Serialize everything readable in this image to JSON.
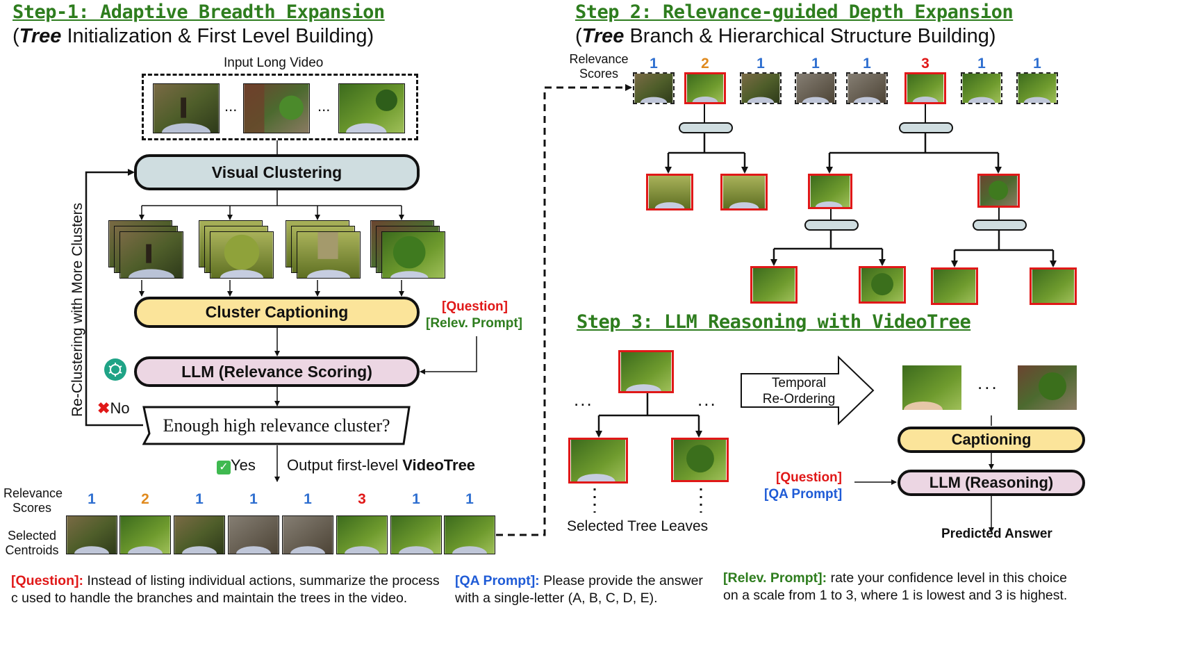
{
  "step1": {
    "title": "Step-1: Adaptive Breadth Expansion",
    "subtitle_em": "Tree",
    "subtitle_rest": " Initialization & First Level Building)",
    "input_label": "Input Long Video",
    "ellipsis": "...",
    "visual_clustering": "Visual Clustering",
    "cluster_captioning": "Cluster Captioning",
    "llm_relevance": "LLM (Relevance Scoring)",
    "question_tag": "[Question]",
    "relev_tag": "[Relev. Prompt]",
    "decision": "Enough high relevance cluster?",
    "no_label": "No",
    "yes_label": "Yes",
    "recluster_label": "Re-Clustering  with More Clusters",
    "output_text": "Output first-level ",
    "output_bold": "VideoTree",
    "relevance_scores_label_1": "Relevance",
    "relevance_scores_label_2": "Scores",
    "selected_centroids_1": "Selected",
    "selected_centroids_2": "Centroids",
    "scores": [
      "1",
      "2",
      "1",
      "1",
      "1",
      "3",
      "1",
      "1"
    ],
    "score_colors": [
      "#2f6fd0",
      "#e08a1e",
      "#2f6fd0",
      "#2f6fd0",
      "#2f6fd0",
      "#e01818",
      "#2f6fd0",
      "#2f6fd0"
    ]
  },
  "step2": {
    "title": "Step 2: Relevance-guided Depth Expansion",
    "subtitle_em": "Tree",
    "subtitle_rest": " Branch & Hierarchical Structure Building)",
    "relevance_1": "Relevance",
    "relevance_2": "Scores",
    "scores": [
      "1",
      "2",
      "1",
      "1",
      "1",
      "3",
      "1",
      "1"
    ]
  },
  "step3": {
    "title": "Step 3: LLM Reasoning with VideoTree",
    "reorder_1": "Temporal",
    "reorder_2": "Re-Ordering",
    "dots": "...",
    "selected_leaves": "Selected Tree Leaves",
    "captioning": "Captioning",
    "llm_reasoning": "LLM (Reasoning)",
    "question_tag": "[Question]",
    "qa_tag": "[QA Prompt]",
    "predicted": "Predicted Answer"
  },
  "footer": {
    "question_tag": "[Question]:",
    "question_text": " Instead of listing individual actions, summarize the process",
    "question_text2": "c used to handle the branches and maintain the trees in the video.",
    "qa_tag": "[QA Prompt]:",
    "qa_text": "  Please provide the answer",
    "qa_text2": "with a single-letter (A, B, C, D, E).",
    "relev_tag": "[Relev. Prompt]:",
    "relev_text": " rate your confidence level in this choice",
    "relev_text2": "on a scale from 1 to 3, where 1 is lowest and 3 is highest."
  },
  "colors": {
    "title_green": "#2e7d1e",
    "clustering_fill": "#cfdde0",
    "captioning_fill": "#fbe49a",
    "llm_fill": "#ecd6e3",
    "frame_red": "#e01818",
    "score_blue": "#2f6fd0",
    "score_orange": "#e08a1e"
  },
  "icons": [
    "openai-icon",
    "cross-mark-icon",
    "check-mark-icon"
  ]
}
